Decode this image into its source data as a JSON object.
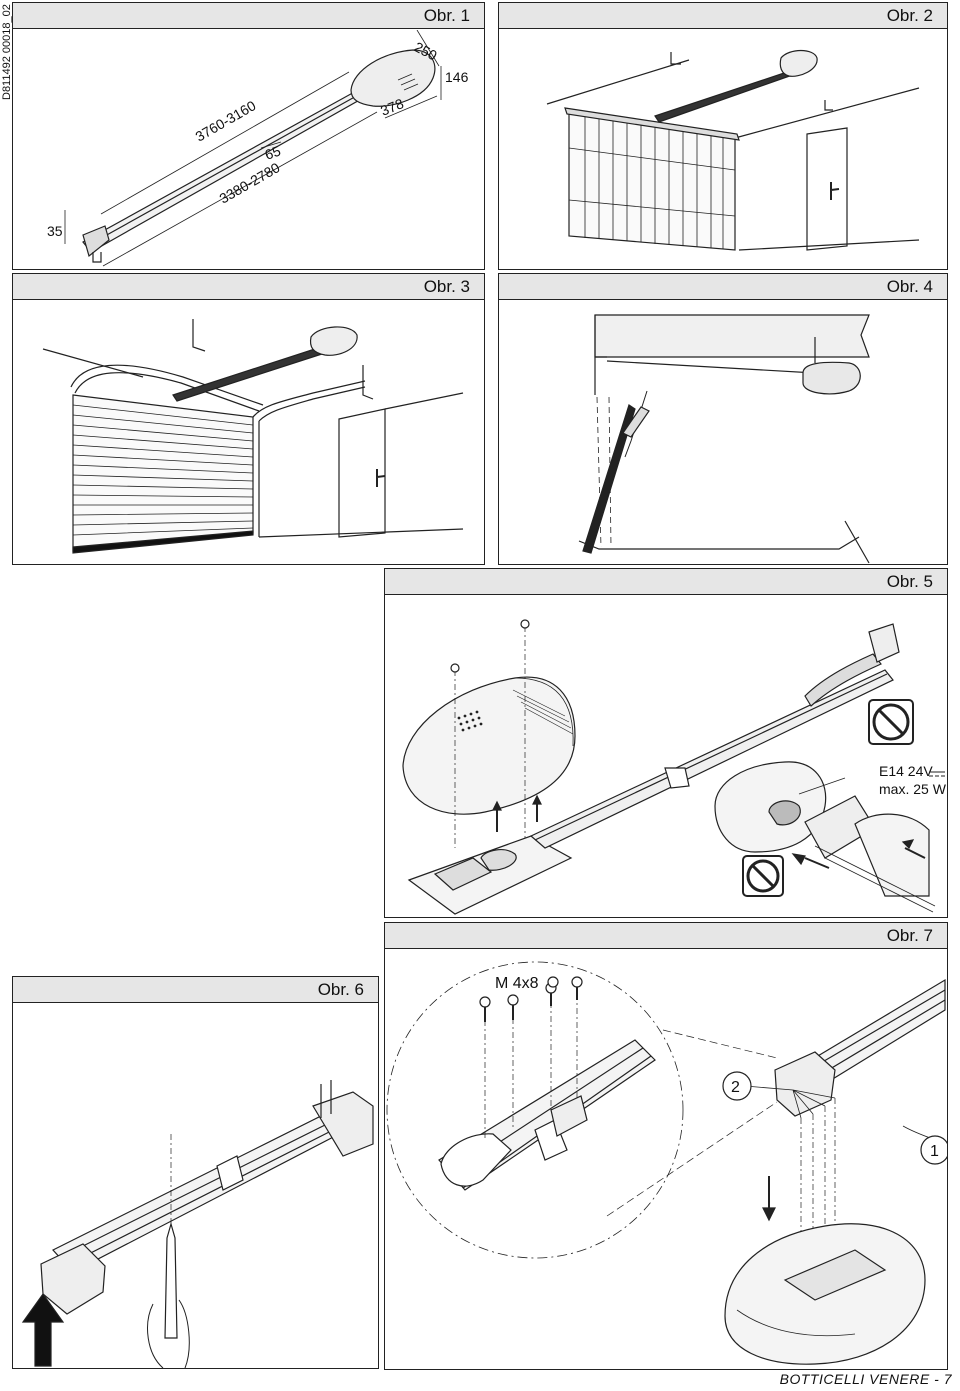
{
  "doc_code": "D811492 00018_02",
  "figures": {
    "obr1": "Obr. 1",
    "obr2": "Obr. 2",
    "obr3": "Obr. 3",
    "obr4": "Obr. 4",
    "obr5": "Obr. 5",
    "obr6": "Obr. 6",
    "obr7": "Obr. 7"
  },
  "dimensions": {
    "d250": "250",
    "d146": "146",
    "d378": "378",
    "d3760": "3760-3160",
    "d65": "65",
    "d3380": "3380-2780",
    "d35": "35"
  },
  "lamp": {
    "line1": "E14 24V",
    "line2": "max. 25 W"
  },
  "screw_spec": "M 4x8",
  "callouts": {
    "c1": "1",
    "c2": "2"
  },
  "footer": {
    "brand": "BOTTICELLI VENERE - ",
    "page": "7"
  }
}
